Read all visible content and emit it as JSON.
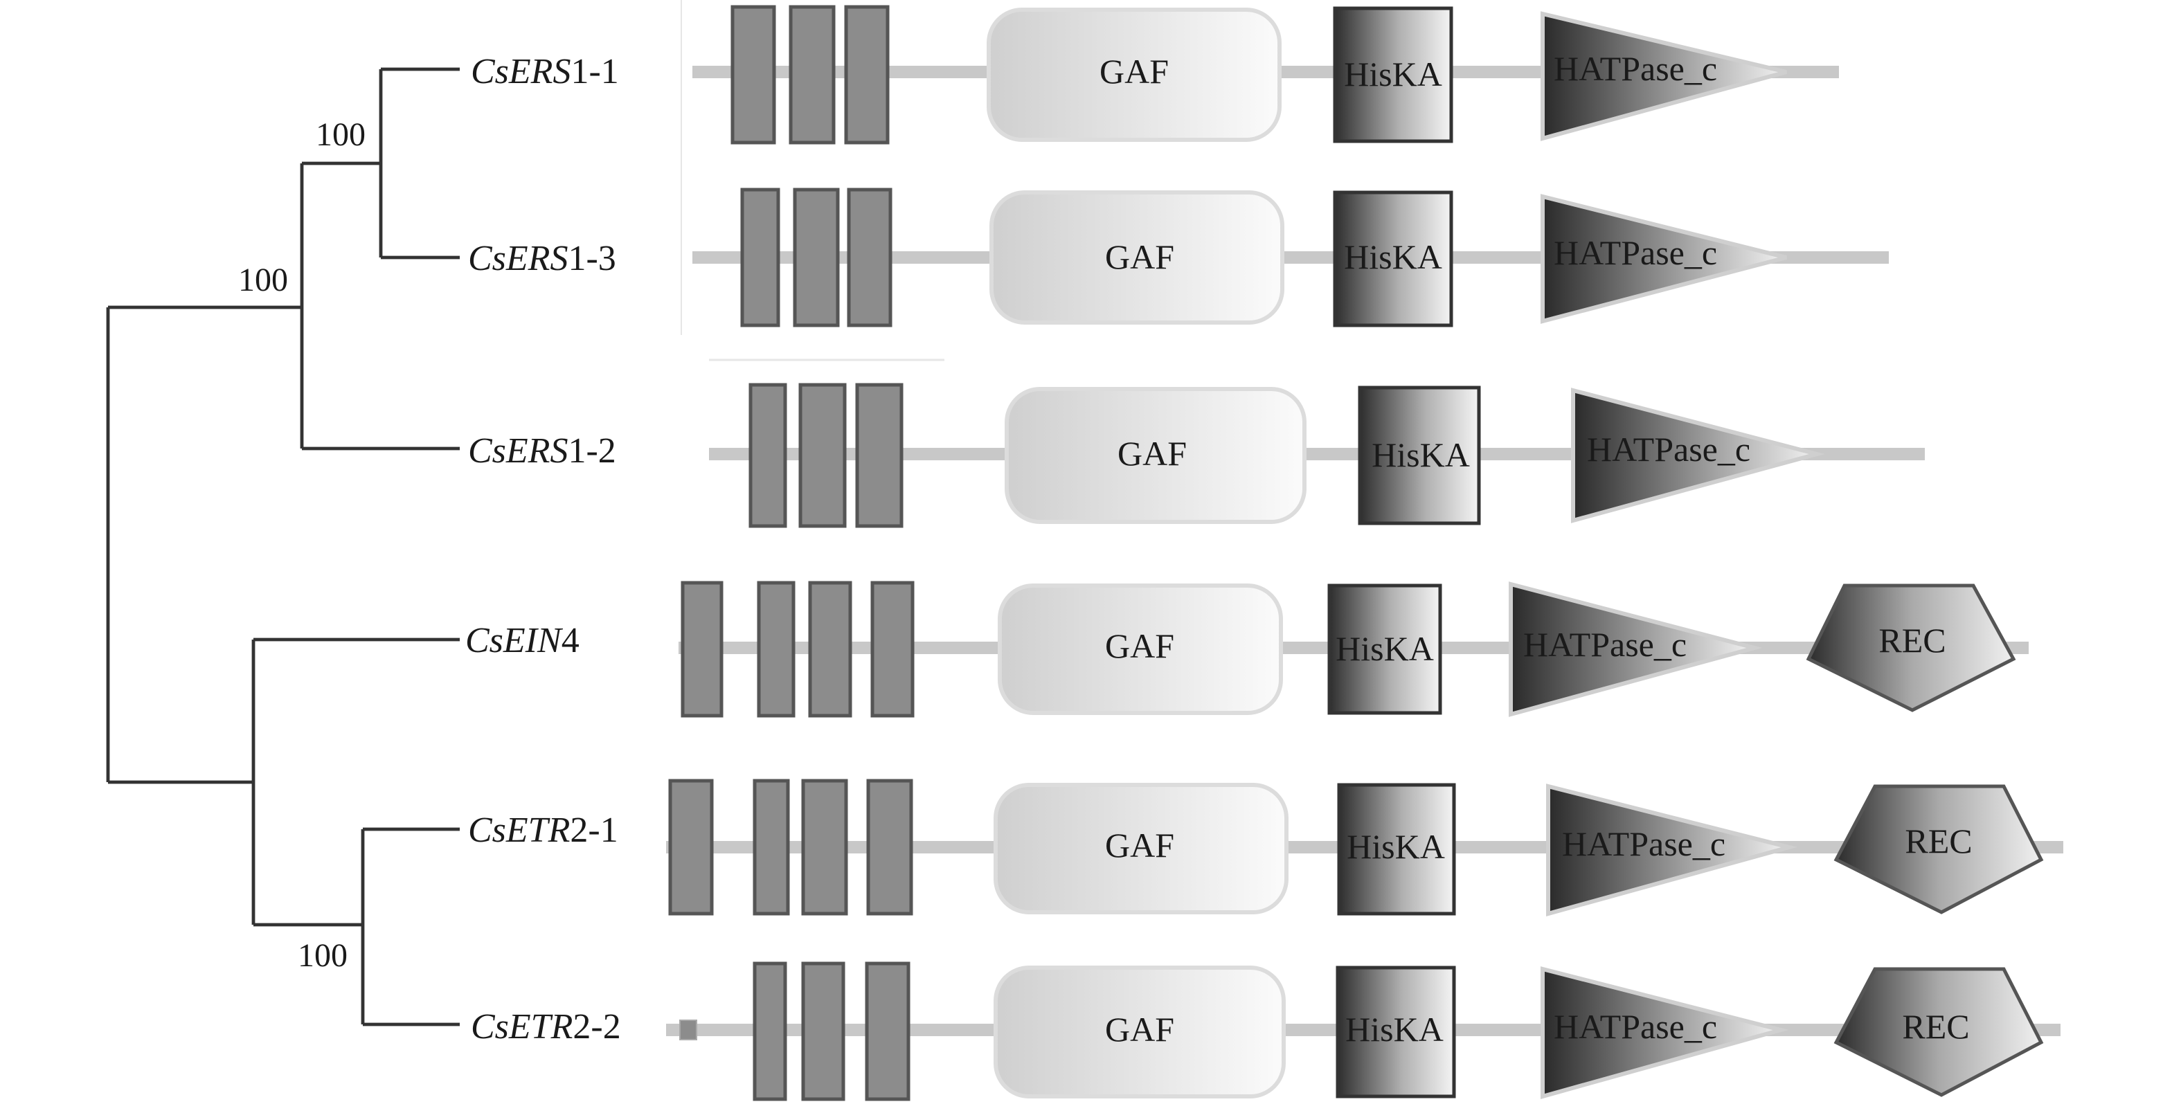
{
  "figure": {
    "type": "phylogenetic tree with protein domain architecture",
    "tree": {
      "leaves": [
        {
          "id": "ers1_1",
          "name_italic": "CsERS",
          "name_suffix": "1-1"
        },
        {
          "id": "ers1_3",
          "name_italic": "CsERS",
          "name_suffix": "1-3"
        },
        {
          "id": "ers1_2",
          "name_italic": "CsERS",
          "name_suffix": "1-2"
        },
        {
          "id": "ein4",
          "name_italic": "CsEIN",
          "name_suffix": "4"
        },
        {
          "id": "etr2_1",
          "name_italic": "CsETR",
          "name_suffix": "2-1"
        },
        {
          "id": "etr2_2",
          "name_italic": "CsETR",
          "name_suffix": "2-2"
        }
      ],
      "bootstrap": [
        {
          "clade": [
            "CsERS1-1",
            "CsERS1-3"
          ],
          "value": "100"
        },
        {
          "clade": [
            "CsERS1-1",
            "CsERS1-3",
            "CsERS1-2"
          ],
          "value": "100"
        },
        {
          "clade": [
            "CsETR2-1",
            "CsETR2-2"
          ],
          "value": "100"
        }
      ]
    },
    "domain_labels": {
      "gaf": "GAF",
      "hiska": "HisKA",
      "hatpase": "HATPase_c",
      "rec": "REC"
    },
    "architectures": [
      {
        "protein": "CsERS1-1",
        "transmembrane_segments": 3,
        "low_complexity_segments": 0,
        "domains": [
          "GAF",
          "HisKA",
          "HATPase_c"
        ]
      },
      {
        "protein": "CsERS1-3",
        "transmembrane_segments": 3,
        "low_complexity_segments": 0,
        "domains": [
          "GAF",
          "HisKA",
          "HATPase_c"
        ]
      },
      {
        "protein": "CsERS1-2",
        "transmembrane_segments": 3,
        "low_complexity_segments": 0,
        "domains": [
          "GAF",
          "HisKA",
          "HATPase_c"
        ]
      },
      {
        "protein": "CsEIN4",
        "transmembrane_segments": 4,
        "low_complexity_segments": 0,
        "domains": [
          "GAF",
          "HisKA",
          "HATPase_c",
          "REC"
        ]
      },
      {
        "protein": "CsETR2-1",
        "transmembrane_segments": 4,
        "low_complexity_segments": 0,
        "domains": [
          "GAF",
          "HisKA",
          "HATPase_c",
          "REC"
        ]
      },
      {
        "protein": "CsETR2-2",
        "transmembrane_segments": 3,
        "low_complexity_segments": 1,
        "domains": [
          "GAF",
          "HisKA",
          "HATPase_c",
          "REC"
        ]
      }
    ],
    "colors": {
      "tm_fill": "#8c8c8c",
      "tm_stroke": "#555555",
      "backbone": "#c8c8c8",
      "branch": "#333333"
    }
  }
}
